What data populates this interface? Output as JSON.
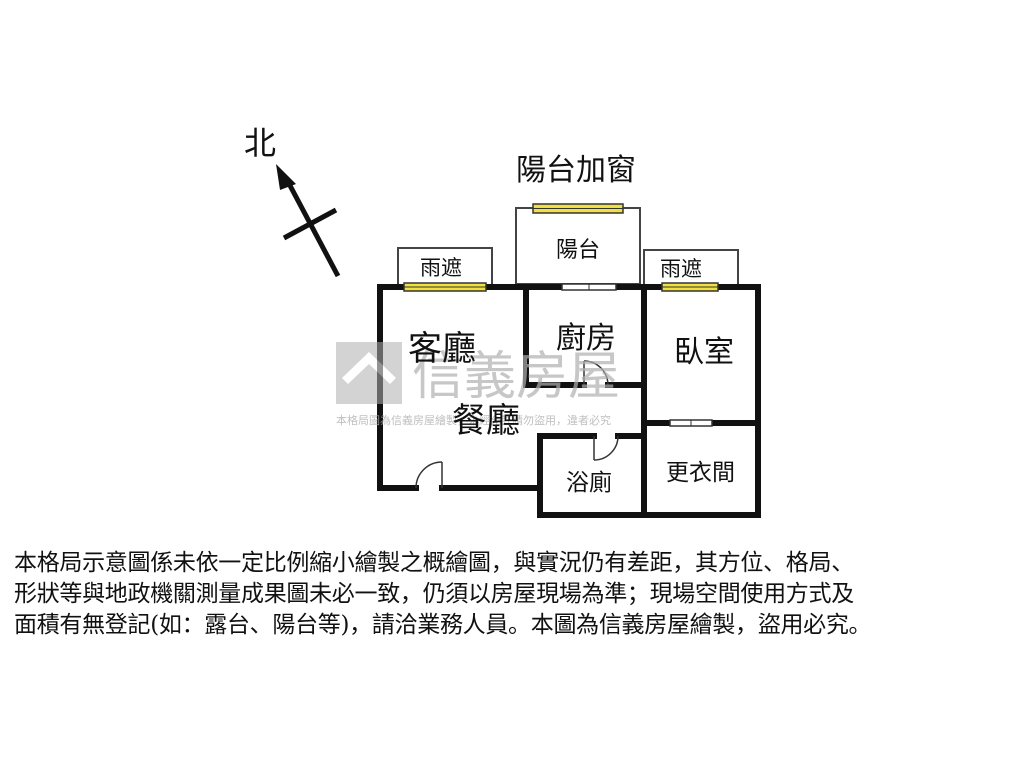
{
  "compass": {
    "label": "北"
  },
  "rooms": {
    "balcony_window": "陽台加窗",
    "balcony": "陽台",
    "rain_cover_left": "雨遮",
    "rain_cover_right": "雨遮",
    "living_room": "客廳",
    "dining_room": "餐廳",
    "kitchen": "廚房",
    "bedroom": "臥室",
    "bathroom": "浴廁",
    "walk_in_closet": "更衣間"
  },
  "watermark": {
    "brand": "信義房屋",
    "notice": "本格局圖為信義房屋繪製，未經允許請勿盜用，違者必究"
  },
  "disclaimer": {
    "lines": [
      "本格局示意圖係未依一定比例縮小繪製之概繪圖，與實況仍有差距，其方位、格局、",
      "形狀等與地政機關測量成果圖未必一致，仍須以房屋現場為準；現場空間使用方式及",
      "面積有無登記(如：露台、陽台等)，請洽業務人員。本圖為信義房屋繪製，盜用必究。"
    ]
  },
  "colors": {
    "wall": "#111111",
    "window": "#f0e040",
    "watermark": "#b0b0b0"
  }
}
